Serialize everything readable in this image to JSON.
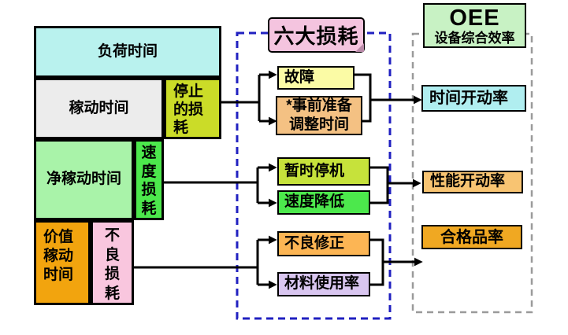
{
  "left_column": {
    "boxes": [
      {
        "id": "load-time",
        "label": "负荷时间",
        "bg": "#b9f2ee"
      },
      {
        "id": "operating-time",
        "label": "稼动时间",
        "bg": "#ececec"
      },
      {
        "id": "stop-loss",
        "label": "停止的损耗",
        "bg": "#cbdc28"
      },
      {
        "id": "net-operating-time",
        "label": "净稼动时间",
        "bg": "#a9f3a9"
      },
      {
        "id": "speed-loss",
        "label": "速度损耗",
        "bg": "#4ce84c"
      },
      {
        "id": "value-operating-time",
        "label": "价值稼动时间",
        "bg": "#f2a40e"
      },
      {
        "id": "defect-loss",
        "label": "不良损耗",
        "bg": "#f9c6de"
      }
    ]
  },
  "six_losses": {
    "title": "六大损耗",
    "title_bg": "#f4c4df",
    "items": [
      {
        "label": "故障",
        "bg": "#fbfba5"
      },
      {
        "label": "*事前准备\n调整时间",
        "bg": "#f4c183"
      },
      {
        "label": "暂时停机",
        "bg": "#c6e23b"
      },
      {
        "label": "速度降低",
        "bg": "#4ce84c"
      },
      {
        "label": "不良修正",
        "bg": "#fcb554"
      },
      {
        "label": "材料使用率",
        "bg": "#d9c6f0"
      }
    ]
  },
  "oee": {
    "title": "OEE",
    "subtitle": "设备综合效率",
    "header_bg": "#c8f2c4",
    "items": [
      {
        "label": "时间开动率",
        "bg": "#b0eef0"
      },
      {
        "label": "性能开动率",
        "bg": "#f8c472"
      },
      {
        "label": "合格品率",
        "bg": "#f0a822"
      }
    ]
  },
  "colors": {
    "connector": "#000000",
    "six_losses_border": "#2020c0",
    "oee_border": "#9a9a9a"
  }
}
